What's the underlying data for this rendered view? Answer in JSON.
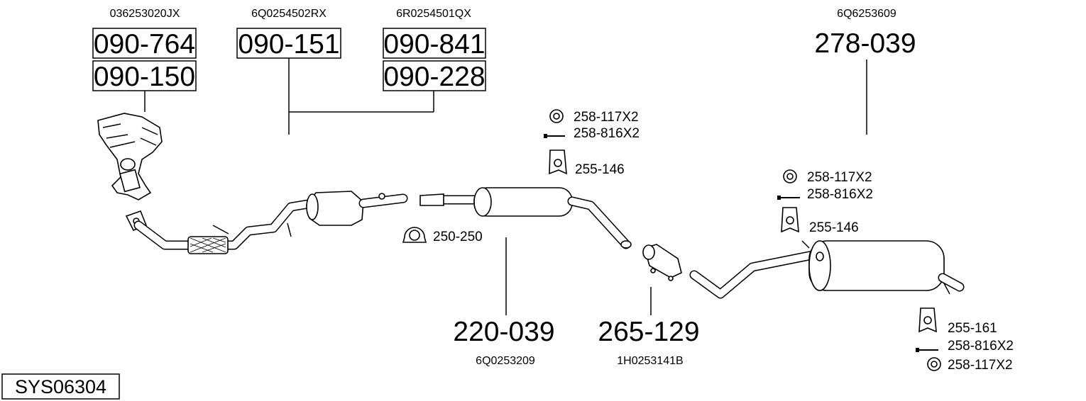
{
  "diagram_id": "SYS06304",
  "groups": [
    {
      "oe": "036253020JX",
      "parts": [
        "090-764",
        "090-150"
      ]
    },
    {
      "oe": "6Q0254502RX",
      "parts": [
        "090-151"
      ]
    },
    {
      "oe": "6R0254501QX",
      "parts": [
        "090-841",
        "090-228"
      ]
    },
    {
      "oe": "6Q6253609",
      "parts": [
        "278-039"
      ]
    },
    {
      "oe": "6Q0253209",
      "parts": [
        "220-039"
      ]
    },
    {
      "oe": "1H0253141B",
      "parts": [
        "265-129"
      ]
    }
  ],
  "accessories": {
    "mid": [
      "258-117X2",
      "258-816X2",
      "255-146"
    ],
    "clamp": "250-250",
    "rear": [
      "258-117X2",
      "258-816X2",
      "255-146"
    ],
    "tail": [
      "255-161",
      "258-816X2",
      "258-117X2"
    ]
  }
}
